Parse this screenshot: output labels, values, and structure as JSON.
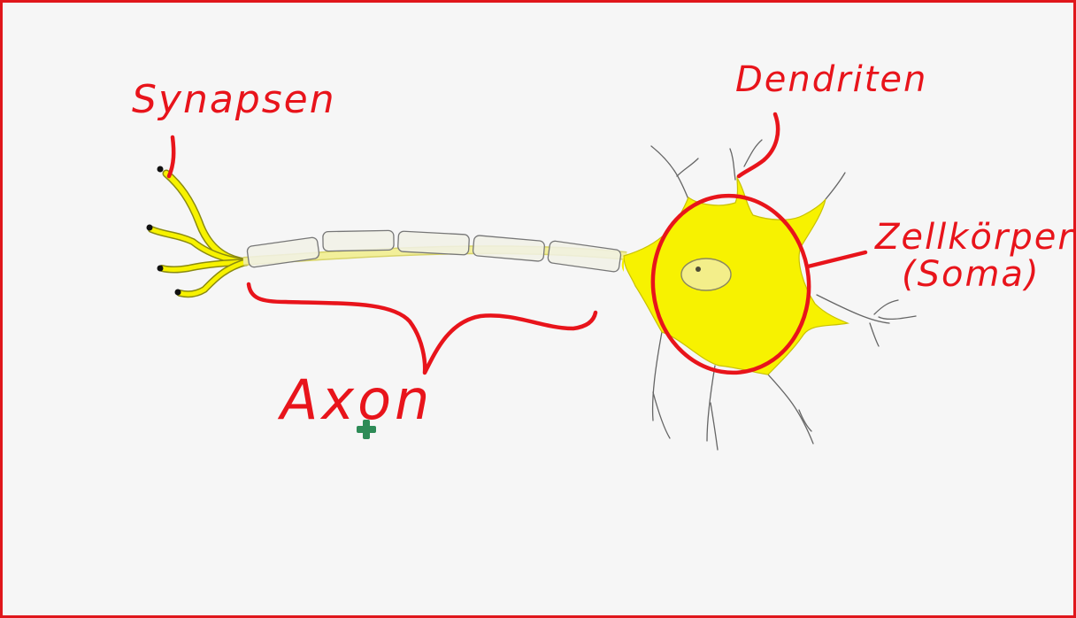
{
  "labels": {
    "synapsen": "Synapsen",
    "dendriten": "Dendriten",
    "zellkoerper": "Zellkörper",
    "soma": "(Soma)",
    "axon": "Axon"
  },
  "icons": {
    "cursor": "plus-cursor-icon"
  },
  "colors": {
    "frame": "#e0161b",
    "background": "#f6f6f6",
    "annotation": "#e8141b",
    "neuron_fill": "#f7f200",
    "cursor": "#2e8b57"
  }
}
